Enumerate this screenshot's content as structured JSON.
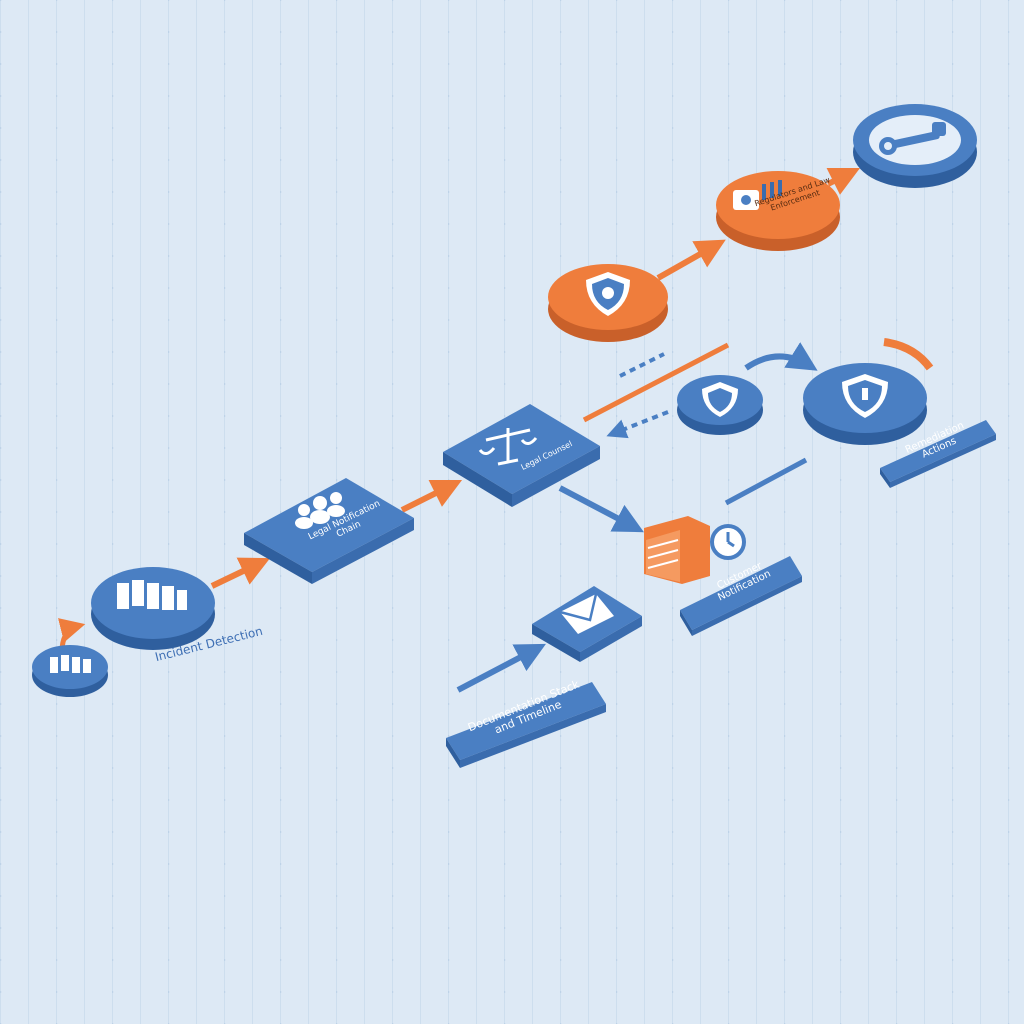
{
  "colors": {
    "blue": "#4a7fc3",
    "blue_dark": "#2f5f9e",
    "orange": "#ef7d3c",
    "orange_dark": "#c9602a",
    "background": "#dde9f5"
  },
  "diagram": {
    "nodes": [
      {
        "id": "small-server",
        "icon": "server-icon"
      },
      {
        "id": "incident-detection",
        "icon": "server-icon",
        "label": "Incident Detection"
      },
      {
        "id": "legal-notification-chain",
        "icon": "people-icon",
        "label": "Legal Notification Chain"
      },
      {
        "id": "legal-counsel",
        "icon": "scales-icon",
        "label": "Legal Counsel"
      },
      {
        "id": "shield-orange",
        "icon": "shield-icon"
      },
      {
        "id": "regulators-law-enforcement",
        "icon": "badge-icon",
        "label": "Regulators and Law Enforcement"
      },
      {
        "id": "remediation-wrench",
        "icon": "wrench-icon"
      },
      {
        "id": "small-shield",
        "icon": "shield-icon"
      },
      {
        "id": "big-shield",
        "icon": "shield-icon"
      },
      {
        "id": "remediation-actions",
        "label": "Remediation Actions"
      },
      {
        "id": "folder-clock",
        "icon": "folder-clock-icon"
      },
      {
        "id": "customer-notification",
        "label": "Customer Notification"
      },
      {
        "id": "email",
        "icon": "envelope-icon"
      },
      {
        "id": "documentation",
        "label": "Documentation Stack and Timeline"
      }
    ]
  }
}
